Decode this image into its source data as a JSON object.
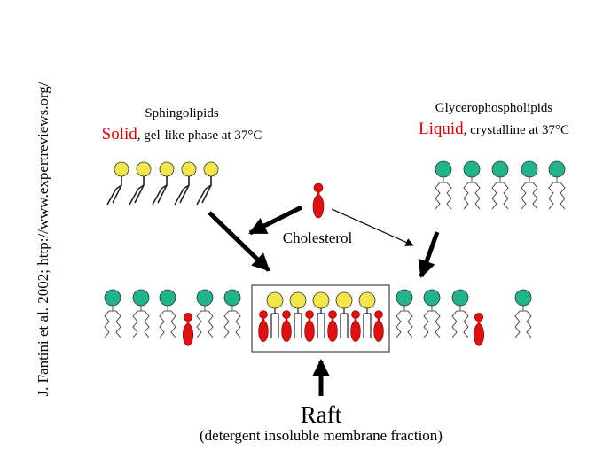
{
  "credit": "J. Fantini et al. 2002; http://www.expertreviews.org/",
  "left_group": {
    "title": "Sphingolipids",
    "phase_word": "Solid",
    "phase_rest": ", gel-like phase at 37°C"
  },
  "right_group": {
    "title": "Glycerophospholipids",
    "phase_word": "Liquid",
    "phase_rest": ", crystalline at 37°C"
  },
  "center_label": "Cholesterol",
  "raft": {
    "title": "Raft",
    "subtitle": "(detergent insoluble membrane fraction)"
  },
  "colors": {
    "phase_word": "#e00000",
    "sphingo_head": "#f2e64a",
    "glycero_head": "#1fb48c",
    "cholesterol": "#e01010",
    "outline": "#333333",
    "tail": "#555555"
  }
}
